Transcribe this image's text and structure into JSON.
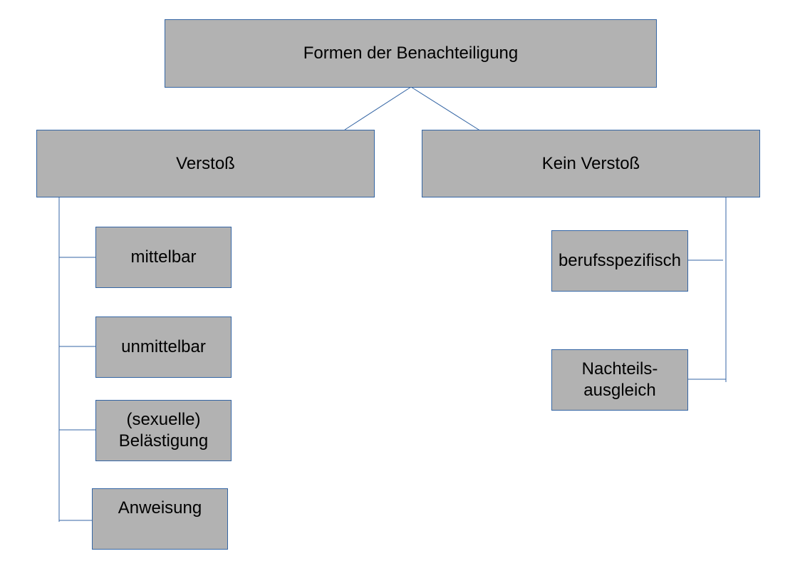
{
  "diagram": {
    "root": {
      "label": "Formen der Benachteiligung"
    },
    "left_branch": {
      "label": "Verstoß",
      "children": [
        {
          "label_lines": [
            "mittelbar"
          ]
        },
        {
          "label_lines": [
            "unmittelbar"
          ]
        },
        {
          "label_lines": [
            "(sexuelle)",
            "Belästigung"
          ]
        },
        {
          "label_lines": [
            "Anweisung"
          ]
        }
      ]
    },
    "right_branch": {
      "label": "Kein Verstoß",
      "children": [
        {
          "label_lines": [
            "berufsspezifisch"
          ]
        },
        {
          "label_lines": [
            "Nachteils-",
            "ausgleich"
          ]
        }
      ]
    },
    "colors": {
      "box_fill": "#b2b2b2",
      "box_border": "#3465a4",
      "connector": "#3465a4"
    }
  }
}
